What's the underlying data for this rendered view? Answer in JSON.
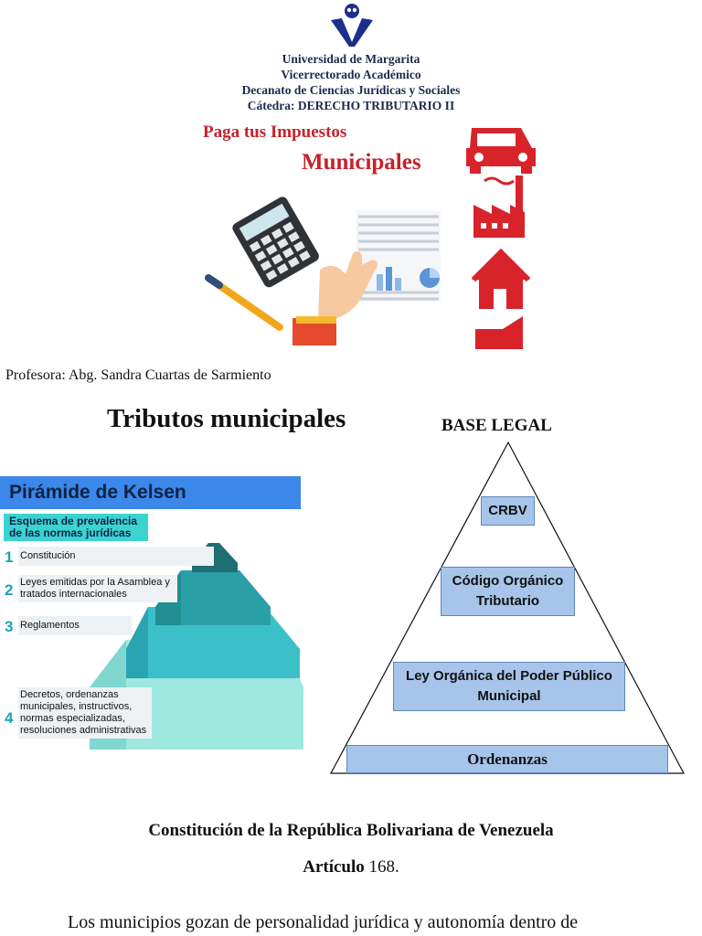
{
  "header": {
    "lines": [
      "Universidad de Margarita",
      "Vicerrectorado Académico",
      "Decanato de Ciencias Jurídicas y Sociales",
      "Cátedra: DERECHO TRIBUTARIO II"
    ]
  },
  "banner": {
    "title_line1": "Paga tus Impuestos",
    "title_line2": "Municipales",
    "accent_color": "#c8212a"
  },
  "profesora": "Profesora: Abg. Sandra Cuartas de Sarmiento",
  "main_title": "Tributos municipales",
  "kelsen": {
    "title": "Pirámide de Kelsen",
    "subtitle": "Esquema de prevalencia de las normas jurídicas",
    "levels": [
      {
        "num": "1",
        "text": "Constitución"
      },
      {
        "num": "2",
        "text": "Leyes emitidas por la Asamblea y tratados internacionales"
      },
      {
        "num": "3",
        "text": "Reglamentos"
      },
      {
        "num": "4",
        "text": "Decretos, ordenanzas municipales, instructivos, normas especializadas, resoluciones administrativas"
      }
    ],
    "colors": {
      "banner": "#3b87ea",
      "subtitle": "#3bd3d0",
      "pyramid_dark": "#1f8f93",
      "pyramid_light": "#7fe0d8"
    }
  },
  "base_legal": {
    "title": "BASE LEGAL",
    "levels": [
      "CRBV",
      "Código Orgánico Tributario",
      "Ley Orgánica del Poder Público Municipal",
      "Ordenanzas"
    ]
  },
  "constitution": {
    "title": "Constitución de la República Bolivariana de Venezuela",
    "article_label": "Artículo",
    "article_number": "168."
  },
  "body_text": "Los municipios gozan de personalidad jurídica y autonomía dentro de"
}
